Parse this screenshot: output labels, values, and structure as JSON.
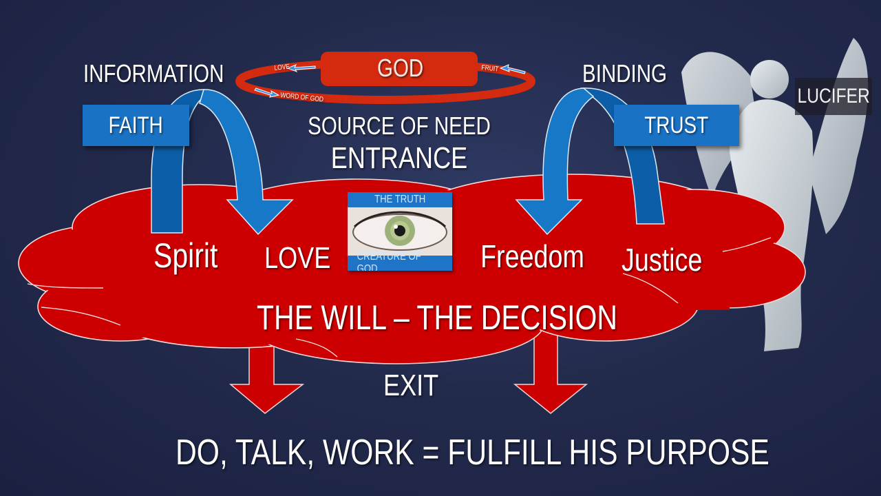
{
  "top_labels": {
    "left": "INFORMATION",
    "right": "BINDING"
  },
  "god_ring": {
    "center": "GOD",
    "left_top": "LOVE",
    "left_bottom": "WORD OF GOD",
    "right_top": "FRUIT"
  },
  "boxes": {
    "left": "FAITH",
    "right": "TRUST"
  },
  "center_heading": {
    "line1": "SOURCE OF NEED",
    "line2": "ENTRANCE"
  },
  "eye_card": {
    "top": "THE TRUTH",
    "bottom": "CREATURE OF GOD"
  },
  "cloud_words": {
    "spirit": "Spirit",
    "love": "LOVE",
    "freedom": "Freedom",
    "justice": "Justice"
  },
  "will_label": "THE WILL – THE DECISION",
  "exit_label": "EXIT",
  "bottom_label": "DO, TALK, WORK = FULFILL HIS PURPOSE",
  "statue_label": "LUCIFER",
  "colors": {
    "red": "#cc0000",
    "blue": "#1a72c4",
    "ring_red": "#d42a10",
    "background": "#232b4d"
  }
}
